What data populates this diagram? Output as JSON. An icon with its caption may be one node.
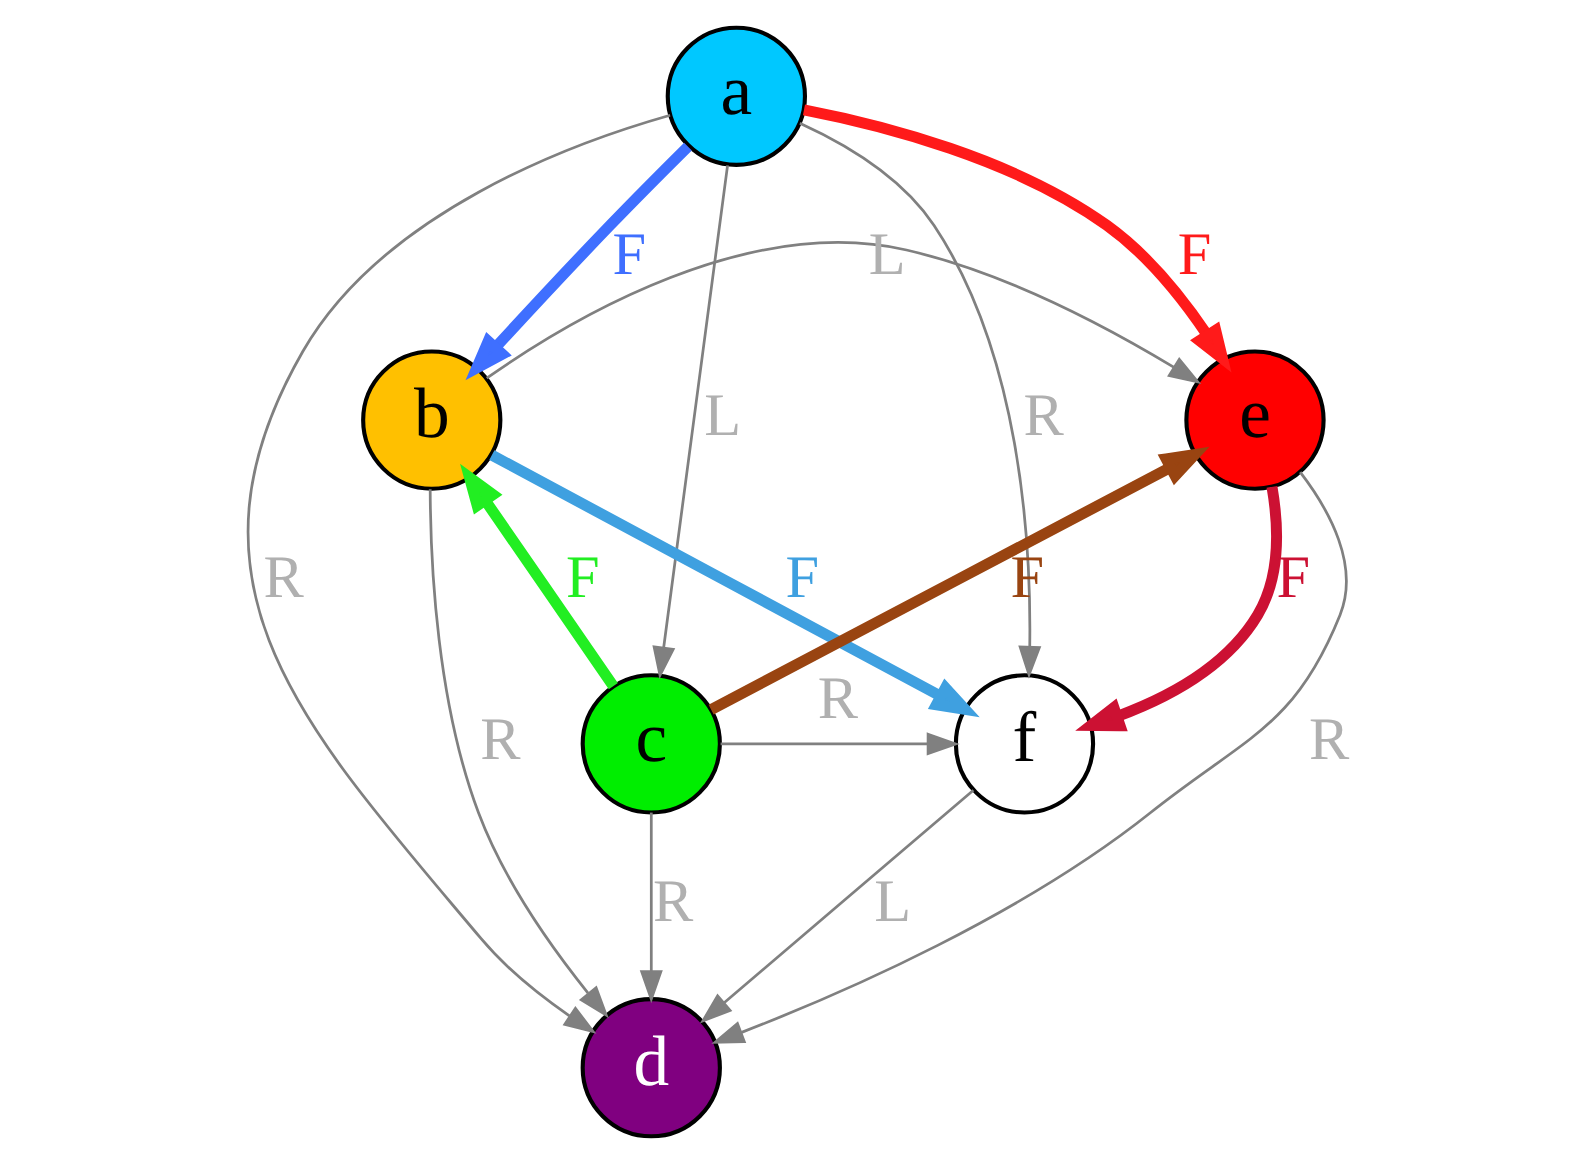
{
  "diagram": {
    "nodes": [
      {
        "text": [
          "a"
        ]
      },
      {
        "text": [
          "b"
        ]
      },
      {
        "text": [
          "e"
        ]
      },
      {
        "text": [
          "f"
        ]
      },
      {
        "text": [
          "c"
        ]
      },
      {
        "text": [
          "d"
        ]
      }
    ],
    "edges": [
      {
        "from": 0,
        "to": 1,
        "arrow": "to",
        "label": "F",
        "style": "thick",
        "color": "#3f6fff"
      },
      {
        "from": 0,
        "to": 2,
        "arrow": "to",
        "label": "F",
        "style": "thick",
        "color": "#ff1a1a"
      },
      {
        "from": 0,
        "to": 3,
        "arrow": "to",
        "label": "R"
      },
      {
        "from": 0,
        "to": 4,
        "arrow": "to",
        "label": "L"
      },
      {
        "from": 0,
        "to": 5,
        "arrow": "to",
        "label": "R"
      },
      {
        "from": 1,
        "to": 2,
        "arrow": "to",
        "label": "L"
      },
      {
        "from": 1,
        "to": 3,
        "arrow": "to",
        "label": "F",
        "style": "thick",
        "color": "#3fa0e0"
      },
      {
        "from": 1,
        "to": 5,
        "arrow": "to",
        "label": "R"
      },
      {
        "from": 2,
        "to": 3,
        "arrow": "to",
        "label": "F",
        "style": "thick",
        "color": "#cc1133"
      },
      {
        "from": 2,
        "to": 5,
        "arrow": "to",
        "label": "R"
      },
      {
        "from": 4,
        "to": 1,
        "arrow": "to",
        "label": "F",
        "style": "thick",
        "color": "#22ee22"
      },
      {
        "from": 4,
        "to": 2,
        "arrow": "to",
        "label": "F",
        "style": "thick",
        "color": "#994411"
      },
      {
        "from": 4,
        "to": 3,
        "arrow": "to",
        "label": "R"
      },
      {
        "from": 4,
        "to": 5,
        "arrow": "to",
        "label": "R"
      },
      {
        "from": 3,
        "to": 5,
        "arrow": "to",
        "label": "L"
      }
    ]
  }
}
